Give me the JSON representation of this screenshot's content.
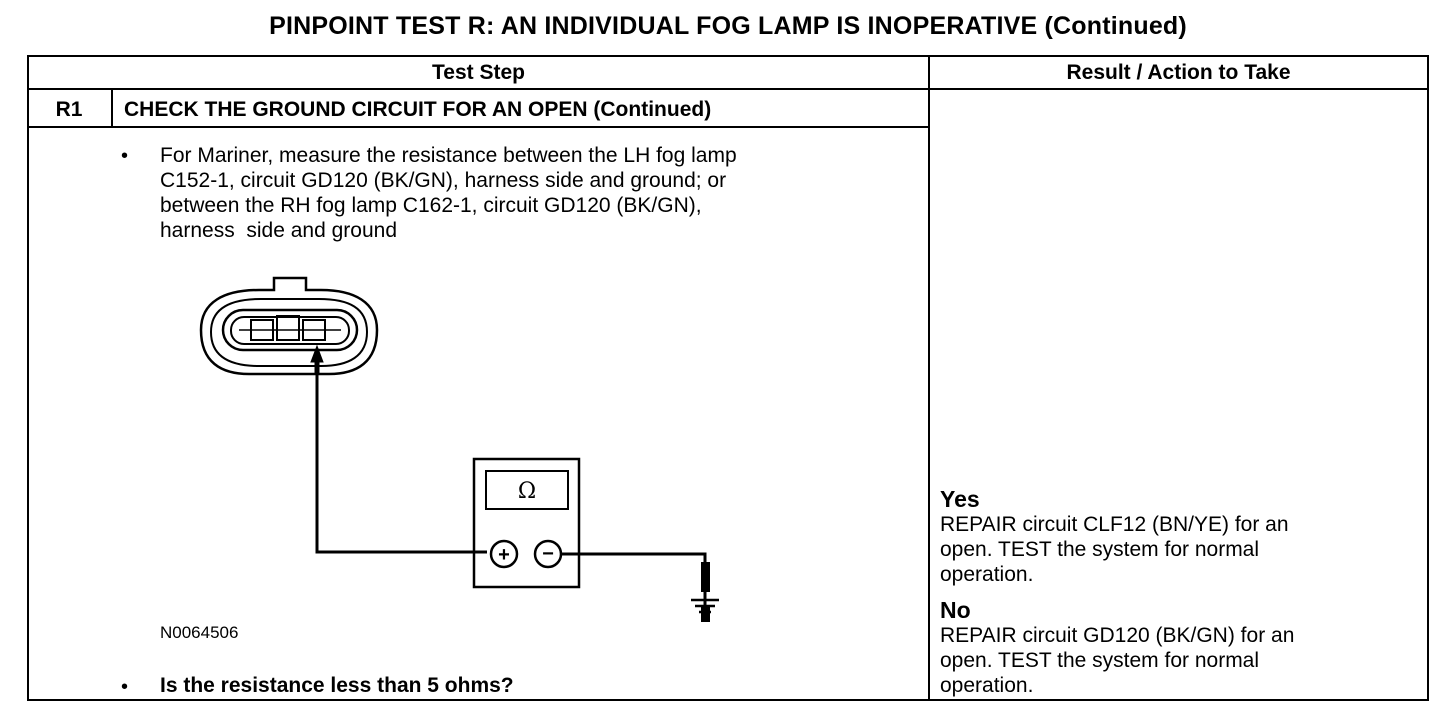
{
  "page_title": "PINPOINT TEST  R: AN INDIVIDUAL FOG LAMP IS INOPERATIVE (Continued)",
  "table": {
    "headers": {
      "test_step": "Test Step",
      "result": "Result / Action to Take"
    },
    "step": {
      "id": "R1",
      "title": "CHECK THE GROUND CIRCUIT FOR AN OPEN (Continued)",
      "bullet_symbol": "•",
      "instruction_lines": [
        "For Mariner, measure the resistance between the LH fog lamp",
        "C152-1, circuit GD120 (BK/GN), harness side and ground; or",
        "between the RH fog lamp C162-1, circuit GD120 (BK/GN),",
        "harness  side and ground"
      ],
      "figure_id": "N0064506",
      "meter_symbol": "Ω",
      "meter_plus": "+",
      "meter_minus": "−",
      "question": "Is the resistance less than 5 ohms?"
    },
    "results": [
      {
        "label": "Yes",
        "lines": [
          "REPAIR circuit CLF12 (BN/YE) for an",
          "open. TEST the system for normal",
          "operation."
        ]
      },
      {
        "label": "No",
        "lines": [
          "REPAIR circuit GD120 (BK/GN) for an",
          "open. TEST the system for normal",
          "operation."
        ]
      }
    ]
  }
}
